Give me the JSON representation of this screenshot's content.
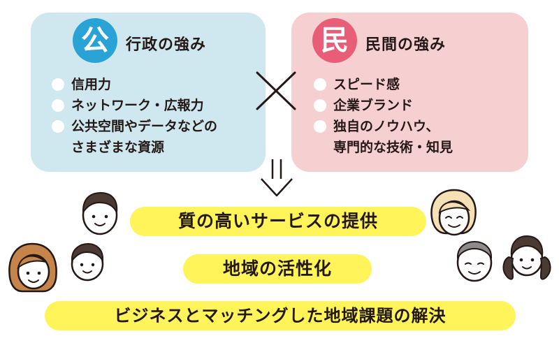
{
  "public": {
    "badge": "公",
    "title": "行政の強み",
    "items": [
      "信用力",
      "ネットワーク・広報力",
      "公共空間やデータなどの\nさまざまな資源"
    ]
  },
  "private": {
    "badge": "民",
    "title": "民間の強み",
    "items": [
      "スピード感",
      "企業ブランド",
      "独自のノウハウ、\n専門的な技術・知見"
    ]
  },
  "outcomes": [
    "質の高いサービスの提供",
    "地域の活性化",
    "ビジネスとマッチングした地域課題の解決"
  ],
  "colors": {
    "public_panel": "#cfe8f0",
    "public_badge": "#29a3d6",
    "private_panel": "#f6cfd0",
    "private_badge": "#e85d78",
    "banner": "#fff45a"
  }
}
